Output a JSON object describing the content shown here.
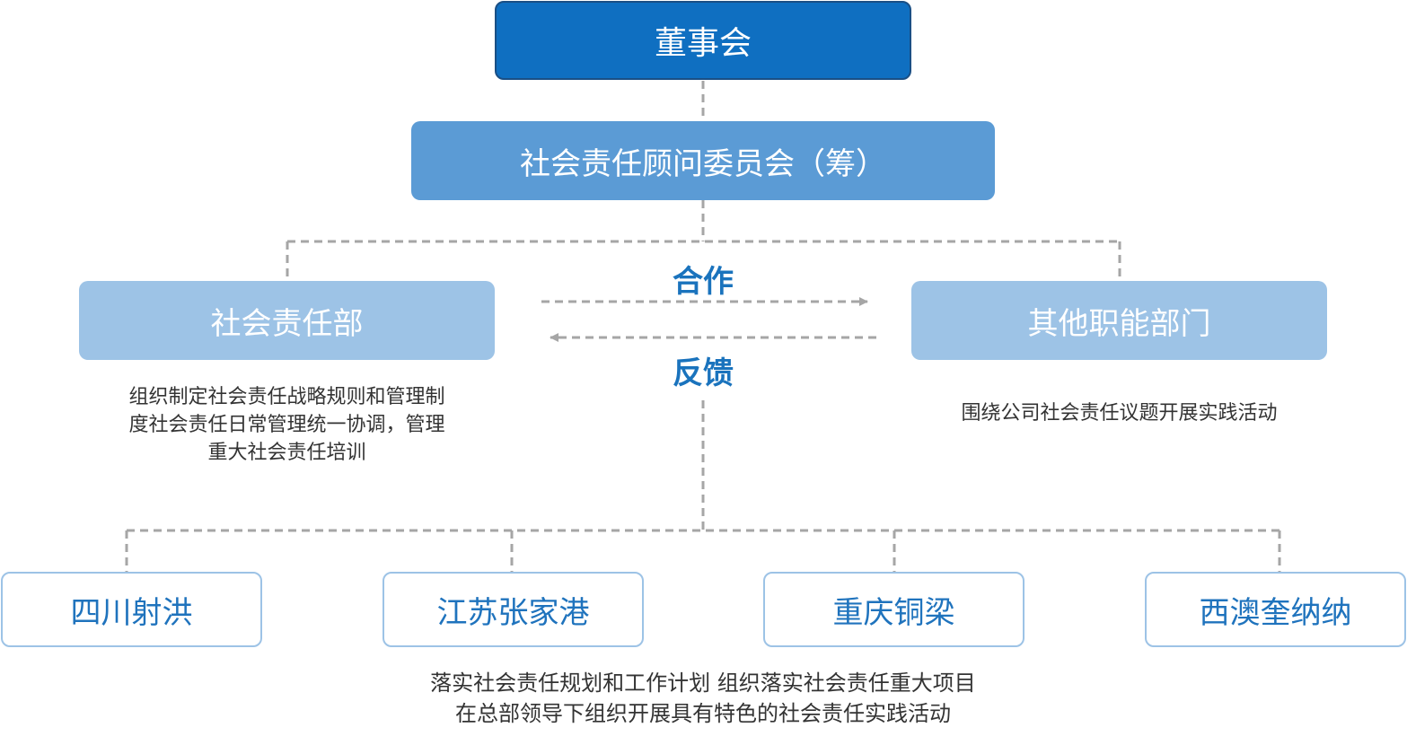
{
  "nodes": {
    "board": "董事会",
    "committee": "社会责任顾问委员会（筹）",
    "csr_department": "社会责任部",
    "other_departments": "其他职能部门"
  },
  "flows": {
    "cooperation": "合作",
    "feedback": "反馈"
  },
  "descriptions": {
    "csr_department": [
      "组织制定社会责任战略规则和管理制",
      "度社会责任日常管理统一协调，管理",
      "重大社会责任培训"
    ],
    "other_departments": "围绕公司社会责任议题开展实践活动",
    "branches": [
      "落实社会责任规划和工作计划 组织落实社会责任重大项目",
      "在总部领导下组织开展具有特色的社会责任实践活动"
    ]
  },
  "branches": [
    "四川射洪",
    "江苏张家港",
    "重庆铜梁",
    "西澳奎纳纳"
  ],
  "colors": {
    "board_fill": "#0f6fc1",
    "committee_fill": "#5b9bd5",
    "department_fill": "#9dc3e6",
    "branch_border": "#9dc3e6",
    "accent_text": "#1a73bd",
    "connector": "#a6a6a6"
  }
}
